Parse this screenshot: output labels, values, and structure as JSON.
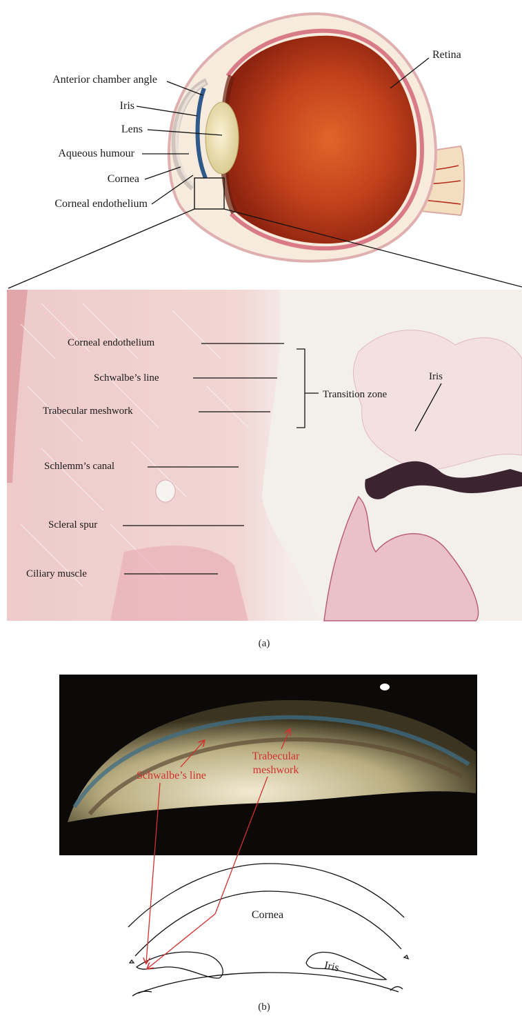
{
  "eye_labels": {
    "anterior_chamber_angle": "Anterior chamber angle",
    "iris": "Iris",
    "lens": "Lens",
    "aqueous_humour": "Aqueous humour",
    "cornea": "Cornea",
    "corneal_endothelium": "Corneal endothelium",
    "retina": "Retina"
  },
  "histology_labels": {
    "corneal_endothelium": "Corneal endothelium",
    "schwalbes_line": "Schwalbe’s line",
    "trabecular_meshwork": "Trabecular meshwork",
    "schlemms_canal": "Schlemm’s canal",
    "scleral_spur": "Scleral spur",
    "ciliary_muscle": "Ciliary muscle",
    "transition_zone": "Transition zone",
    "iris": "Iris"
  },
  "gonio_labels": {
    "schwalbes_line": "Schwalbe’s line",
    "trabecular_line1": "Trabecular",
    "trabecular_line2": "meshwork",
    "cornea": "Cornea",
    "iris": "Iris"
  },
  "captions": {
    "a": "(a)",
    "b": "(b)"
  },
  "colors": {
    "annotation_red": "#d2302e",
    "tissue_pink": "#ecc6c6",
    "eye_orange": "#c4421c"
  }
}
